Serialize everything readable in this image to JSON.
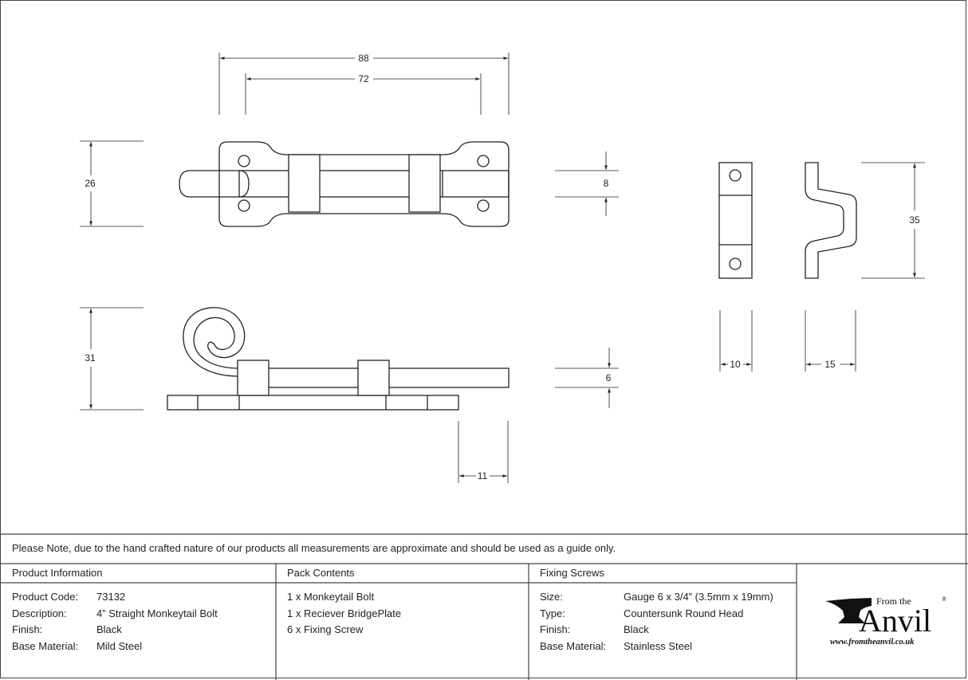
{
  "dimensions": {
    "overall_length": "88",
    "hole_centres": "72",
    "bolt_height": "26",
    "bolt_diameter": "8",
    "side_height": "31",
    "plate_thickness": "6",
    "bolt_projection": "11",
    "keep_height": "35",
    "keep_width": "10",
    "keep_depth": "15"
  },
  "note": "Please Note, due to the hand crafted nature of our products all measurements are approximate and should be used as a guide only.",
  "product_info": {
    "heading": "Product Information",
    "rows": [
      {
        "label": "Product Code:",
        "value": "73132"
      },
      {
        "label": "Description:",
        "value": "4” Straight Monkeytail Bolt"
      },
      {
        "label": "Finish:",
        "value": "Black"
      },
      {
        "label": "Base Material:",
        "value": "Mild Steel"
      }
    ]
  },
  "pack_contents": {
    "heading": "Pack Contents",
    "items": [
      "1 x Monkeytail Bolt",
      "1 x Reciever BridgePlate",
      "6 x Fixing Screw"
    ]
  },
  "fixing_screws": {
    "heading": "Fixing Screws",
    "rows": [
      {
        "label": "Size:",
        "value": "Gauge 6 x 3/4” (3.5mm x 19mm)"
      },
      {
        "label": "Type:",
        "value": "Countersunk Round Head"
      },
      {
        "label": "Finish:",
        "value": "Black"
      },
      {
        "label": "Base Material:",
        "value": "Stainless Steel"
      }
    ]
  },
  "logo": {
    "from_the": "From the",
    "brand": "Anvil",
    "registered": "®",
    "url": "www.fromtheanvil.co.uk"
  }
}
